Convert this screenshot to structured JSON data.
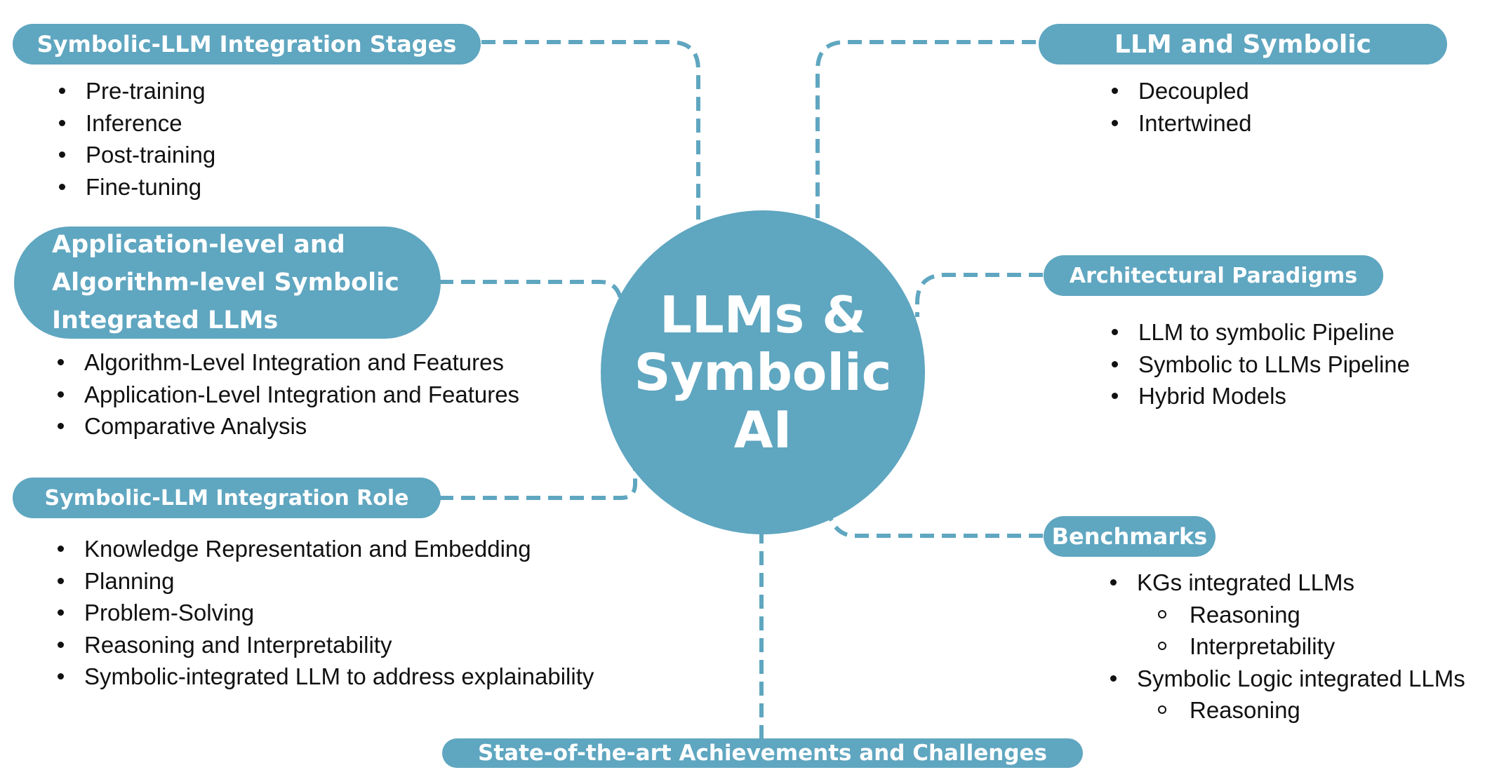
{
  "hub": {
    "title": "LLMs & Symbolic AI"
  },
  "branches": {
    "integration_stages": {
      "label": "Symbolic-LLM Integration Stages",
      "items": [
        "Pre-training",
        "Inference",
        "Post-training",
        "Fine-tuning"
      ]
    },
    "llm_and_symbolic": {
      "label": "LLM and Symbolic",
      "items": [
        "Decoupled",
        "Intertwined"
      ]
    },
    "application_algorithm": {
      "label": "Application-level and Algorithm-level Symbolic Integrated LLMs",
      "items": [
        "Algorithm-Level Integration and Features",
        "Application-Level Integration and Features",
        "Comparative Analysis"
      ]
    },
    "architectural_paradigms": {
      "label": "Architectural Paradigms",
      "items": [
        "LLM to symbolic Pipeline",
        "Symbolic to LLMs Pipeline",
        "Hybrid Models"
      ]
    },
    "integration_role": {
      "label": "Symbolic-LLM Integration Role",
      "items": [
        "Knowledge Representation and Embedding",
        "Planning",
        "Problem-Solving",
        "Reasoning and Interpretability",
        "Symbolic-integrated LLM to address explainability"
      ]
    },
    "benchmarks": {
      "label": "Benchmarks",
      "items": [
        {
          "text": "KGs integrated LLMs",
          "sub": [
            "Reasoning",
            "Interpretability"
          ]
        },
        {
          "text": "Symbolic Logic integrated LLMs",
          "sub": [
            "Reasoning"
          ]
        }
      ]
    },
    "achievements": {
      "label": "State-of-the-art Achievements and Challenges"
    }
  },
  "colors": {
    "accent": "#5fa6c0",
    "text": "#111111",
    "pill_text": "#ffffff"
  }
}
